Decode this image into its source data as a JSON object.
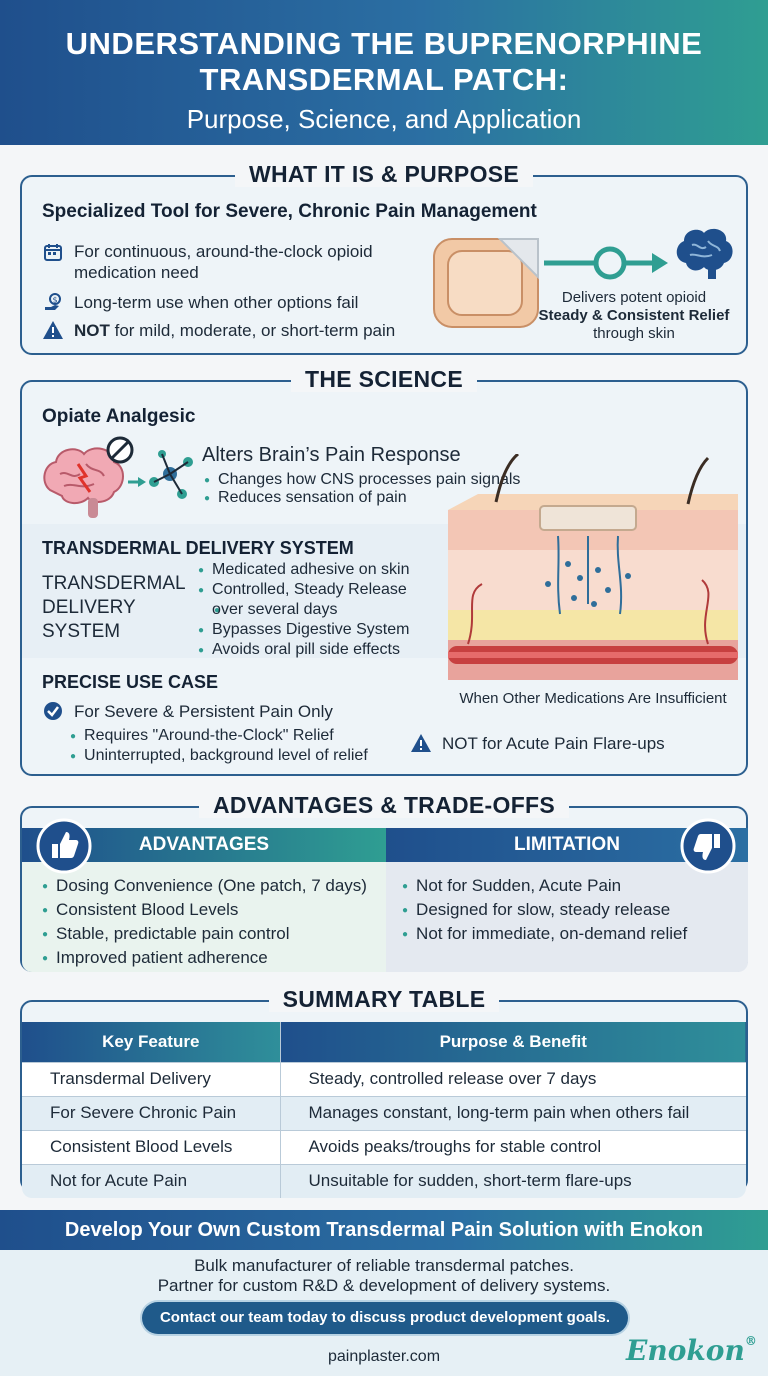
{
  "header": {
    "title_line1": "UNDERSTANDING THE BUPRENORPHINE",
    "title_line2": "TRANSDERMAL PATCH:",
    "subtitle": "Purpose, Science, and Application"
  },
  "what_it_is": {
    "title": "WHAT IT IS & PURPOSE",
    "subhead": "Specialized Tool for Severe, Chronic Pain Management",
    "items": [
      {
        "icon": "calendar-icon",
        "text": "For continuous, around-the-clock opioid medication need"
      },
      {
        "icon": "hand-dollar-icon",
        "text": "Long-term use when other options fail"
      },
      {
        "icon": "warning-icon",
        "bold": "NOT",
        "text": " for mild, moderate, or short-term pain"
      }
    ],
    "diagram_caption_1": "Delivers potent opioid",
    "diagram_caption_2": "Steady & Consistent Relief",
    "diagram_caption_3": "through skin"
  },
  "science": {
    "title": "THE SCIENCE",
    "analgesic_head": "Opiate Analgesic",
    "alters_head": "Alters Brain’s Pain Response",
    "alters_bullets": [
      "Changes how CNS processes pain signals",
      "Reduces sensation of pain"
    ],
    "delivery_head": "TRANSDERMAL DELIVERY SYSTEM",
    "delivery_label_1": "TRANSDERMAL",
    "delivery_label_2": "DELIVERY",
    "delivery_label_3": "SYSTEM",
    "delivery_bullets": [
      "Medicated adhesive on skin",
      "Controlled, Steady Release",
      "over several days",
      "Bypasses Digestive System",
      "Avoids oral pill side effects"
    ],
    "skin_caption": "When Other Medications Are Insufficient",
    "use_head": "PRECISE USE CASE",
    "use_main": "For Severe & Persistent Pain Only",
    "use_bullets": [
      "Requires \"Around-the-Clock\" Relief",
      "Uninterrupted, background level of relief"
    ],
    "not_acute": "NOT for Acute Pain Flare-ups"
  },
  "advantages": {
    "title": "ADVANTAGES & TRADE-OFFS",
    "adv_head": "ADVANTAGES",
    "adv_items": [
      "Dosing Convenience (One patch, 7 days)",
      "Consistent Blood Levels",
      "Stable, predictable pain control",
      "Improved patient adherence"
    ],
    "lim_head": "LIMITATION",
    "lim_items": [
      "Not for Sudden, Acute Pain",
      "Designed for slow, steady release",
      "Not for immediate, on-demand relief"
    ]
  },
  "summary": {
    "title": "SUMMARY TABLE",
    "headers": [
      "Key Feature",
      "Purpose & Benefit"
    ],
    "rows": [
      [
        "Transdermal Delivery",
        "Steady, controlled release over 7 days"
      ],
      [
        "For Severe Chronic Pain",
        "Manages constant, long-term pain when others fail"
      ],
      [
        "Consistent Blood Levels",
        "Avoids peaks/troughs for stable control"
      ],
      [
        "Not for Acute Pain",
        "Unsuitable for sudden, short-term flare-ups"
      ]
    ]
  },
  "footer": {
    "banner": "Develop Your Own Custom Transdermal Pain Solution with Enokon",
    "line1": "Bulk manufacturer of reliable transdermal patches.",
    "line2": "Partner for custom R&D & development of delivery systems.",
    "cta": "Contact our team today to discuss product development goals.",
    "url": "painplaster.com",
    "logo": "Enokon",
    "logo_mark": "®"
  },
  "colors": {
    "navy": "#1f4f8c",
    "teal": "#2f9e92",
    "dark": "#142234",
    "light_panel": "#eef4f8"
  }
}
